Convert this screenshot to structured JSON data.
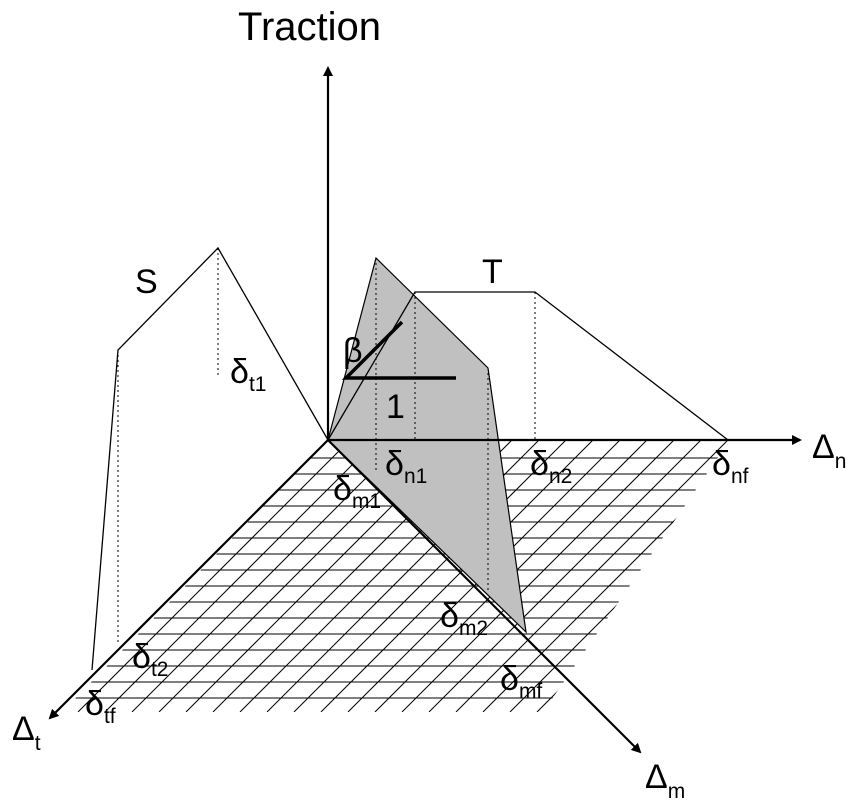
{
  "title": "Traction",
  "labels": {
    "S": "S",
    "T": "T",
    "beta": "β",
    "one": "1"
  },
  "axes": {
    "n": {
      "sym": "Δ",
      "sub": "n"
    },
    "t": {
      "sym": "Δ",
      "sub": "t"
    },
    "m": {
      "sym": "Δ",
      "sub": "m"
    }
  },
  "deltas": {
    "n1": {
      "sym": "δ",
      "sub": "n1"
    },
    "n2": {
      "sym": "δ",
      "sub": "n2"
    },
    "nf": {
      "sym": "δ",
      "sub": "nf"
    },
    "t1": {
      "sym": "δ",
      "sub": "t1"
    },
    "t2": {
      "sym": "δ",
      "sub": "t2"
    },
    "tf": {
      "sym": "δ",
      "sub": "tf"
    },
    "m1": {
      "sym": "δ",
      "sub": "m1"
    },
    "m2": {
      "sym": "δ",
      "sub": "m2"
    },
    "mf": {
      "sym": "δ",
      "sub": "mf"
    }
  },
  "colors": {
    "shade": "#c0c0c0",
    "line": "#000000"
  }
}
